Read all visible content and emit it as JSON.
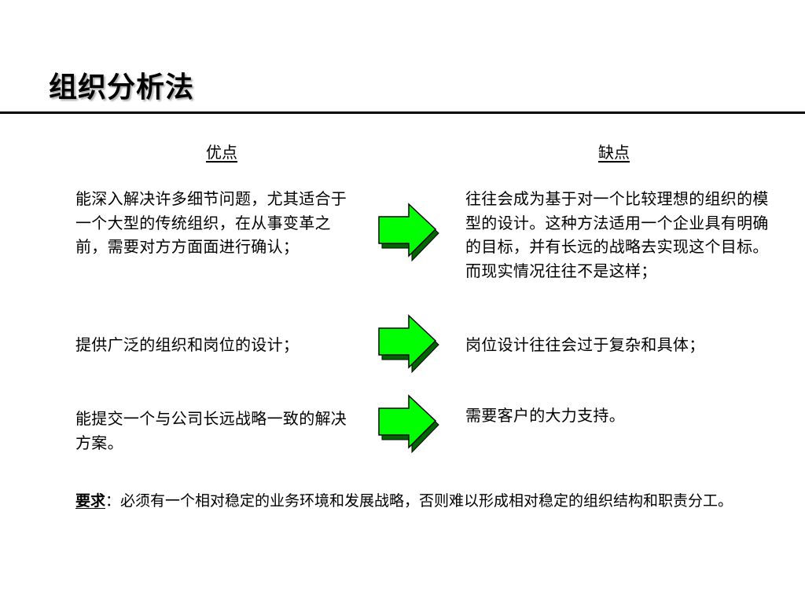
{
  "slide": {
    "title": "组织分析法",
    "pros_heading": "优点",
    "cons_heading": "缺点",
    "rows": [
      {
        "pro": "能深入解决许多细节问题，尤其适合于一个大型的传统组织，在从事变革之前，需要对方方面面进行确认；",
        "con": "往往会成为基于对一个比较理想的组织的模型的设计。这种方法适用一个企业具有明确的目标，并有长远的战略去实现这个目标。而现实情况往往不是这样；"
      },
      {
        "pro": "提供广泛的组织和岗位的设计；",
        "con": "岗位设计往往会过于复杂和具体；"
      },
      {
        "pro": "能提交一个与公司长远战略一致的解决方案。",
        "con": "需要客户的大力支持。"
      }
    ],
    "requirement": {
      "label": "要求",
      "text": "：必须有一个相对稳定的业务环境和发展战略，否则难以形成相对稳定的组织结构和职责分工。"
    },
    "colors": {
      "arrow_fill": "#00ff00",
      "arrow_shadow": "#006600",
      "text": "#000000",
      "background": "#ffffff"
    },
    "icons": [
      "right-arrow-icon",
      "right-arrow-icon",
      "right-arrow-icon"
    ]
  }
}
